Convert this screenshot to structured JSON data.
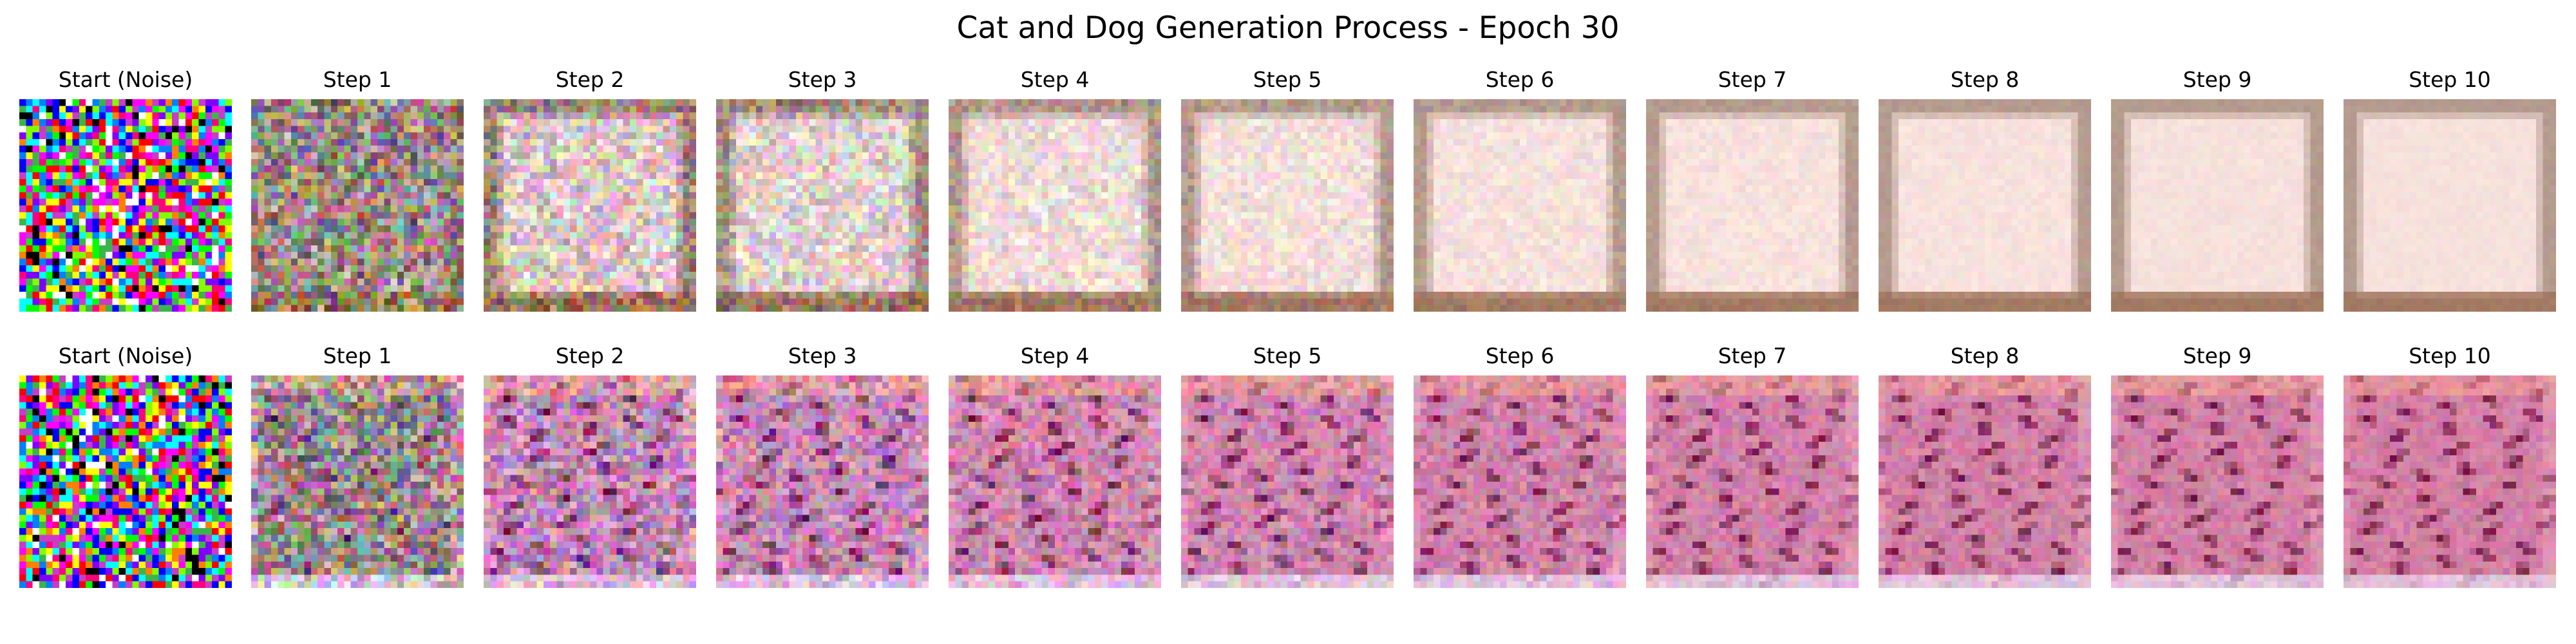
{
  "figure_title": "Cat and Dog Generation Process - Epoch 30",
  "rows": [
    {
      "panels": [
        {
          "title": "Start (Noise)",
          "kind": "noise",
          "noise": 1.0,
          "base": "#c0bab4"
        },
        {
          "title": "Step 1",
          "kind": "cat",
          "noise": 0.55,
          "base": "#9a8a84",
          "border": "#8f7f76"
        },
        {
          "title": "Step 2",
          "kind": "cat",
          "noise": 0.4,
          "base": "#dcc8c6",
          "border": "#8f7a6c"
        },
        {
          "title": "Step 3",
          "kind": "cat",
          "noise": 0.34,
          "base": "#e2d0cc",
          "border": "#9b8576"
        },
        {
          "title": "Step 4",
          "kind": "cat",
          "noise": 0.24,
          "base": "#f1dcd7",
          "border": "#a88f81"
        },
        {
          "title": "Step 5",
          "kind": "cat",
          "noise": 0.18,
          "base": "#f4dfda",
          "border": "#ab9183"
        },
        {
          "title": "Step 6",
          "kind": "cat",
          "noise": 0.12,
          "base": "#f6e1dc",
          "border": "#ad9385"
        },
        {
          "title": "Step 7",
          "kind": "cat",
          "noise": 0.08,
          "base": "#f7e2dd",
          "border": "#ae9486"
        },
        {
          "title": "Step 8",
          "kind": "cat",
          "noise": 0.06,
          "base": "#f7e2dd",
          "border": "#ae9486"
        },
        {
          "title": "Step 9",
          "kind": "cat",
          "noise": 0.05,
          "base": "#f6e1dc",
          "border": "#ad9385"
        },
        {
          "title": "Step 10",
          "kind": "cat",
          "noise": 0.04,
          "base": "#f6e1dc",
          "border": "#ad9385"
        }
      ]
    },
    {
      "panels": [
        {
          "title": "Start (Noise)",
          "kind": "noise",
          "noise": 1.0,
          "base": "#c0bab4"
        },
        {
          "title": "Step 1",
          "kind": "dog",
          "noise": 0.55,
          "base": "#9a8a8c",
          "accent": "#6e4a6a"
        },
        {
          "title": "Step 2",
          "kind": "dog",
          "noise": 0.4,
          "base": "#c48ab8",
          "accent": "#6b2250"
        },
        {
          "title": "Step 3",
          "kind": "dog",
          "noise": 0.34,
          "base": "#c98ab6",
          "accent": "#6d2150"
        },
        {
          "title": "Step 4",
          "kind": "dog",
          "noise": 0.28,
          "base": "#cf86b0",
          "accent": "#6e1e4c"
        },
        {
          "title": "Step 5",
          "kind": "dog",
          "noise": 0.24,
          "base": "#d086ae",
          "accent": "#6f1e4b"
        },
        {
          "title": "Step 6",
          "kind": "dog",
          "noise": 0.2,
          "base": "#d084aa",
          "accent": "#701c48"
        },
        {
          "title": "Step 7",
          "kind": "dog",
          "noise": 0.17,
          "base": "#d282a8",
          "accent": "#711b46"
        },
        {
          "title": "Step 8",
          "kind": "dog",
          "noise": 0.15,
          "base": "#d282a7",
          "accent": "#721a45"
        },
        {
          "title": "Step 9",
          "kind": "dog",
          "noise": 0.14,
          "base": "#d381a6",
          "accent": "#721a44"
        },
        {
          "title": "Step 10",
          "kind": "dog",
          "noise": 0.13,
          "base": "#d380a5",
          "accent": "#731944"
        }
      ]
    }
  ]
}
